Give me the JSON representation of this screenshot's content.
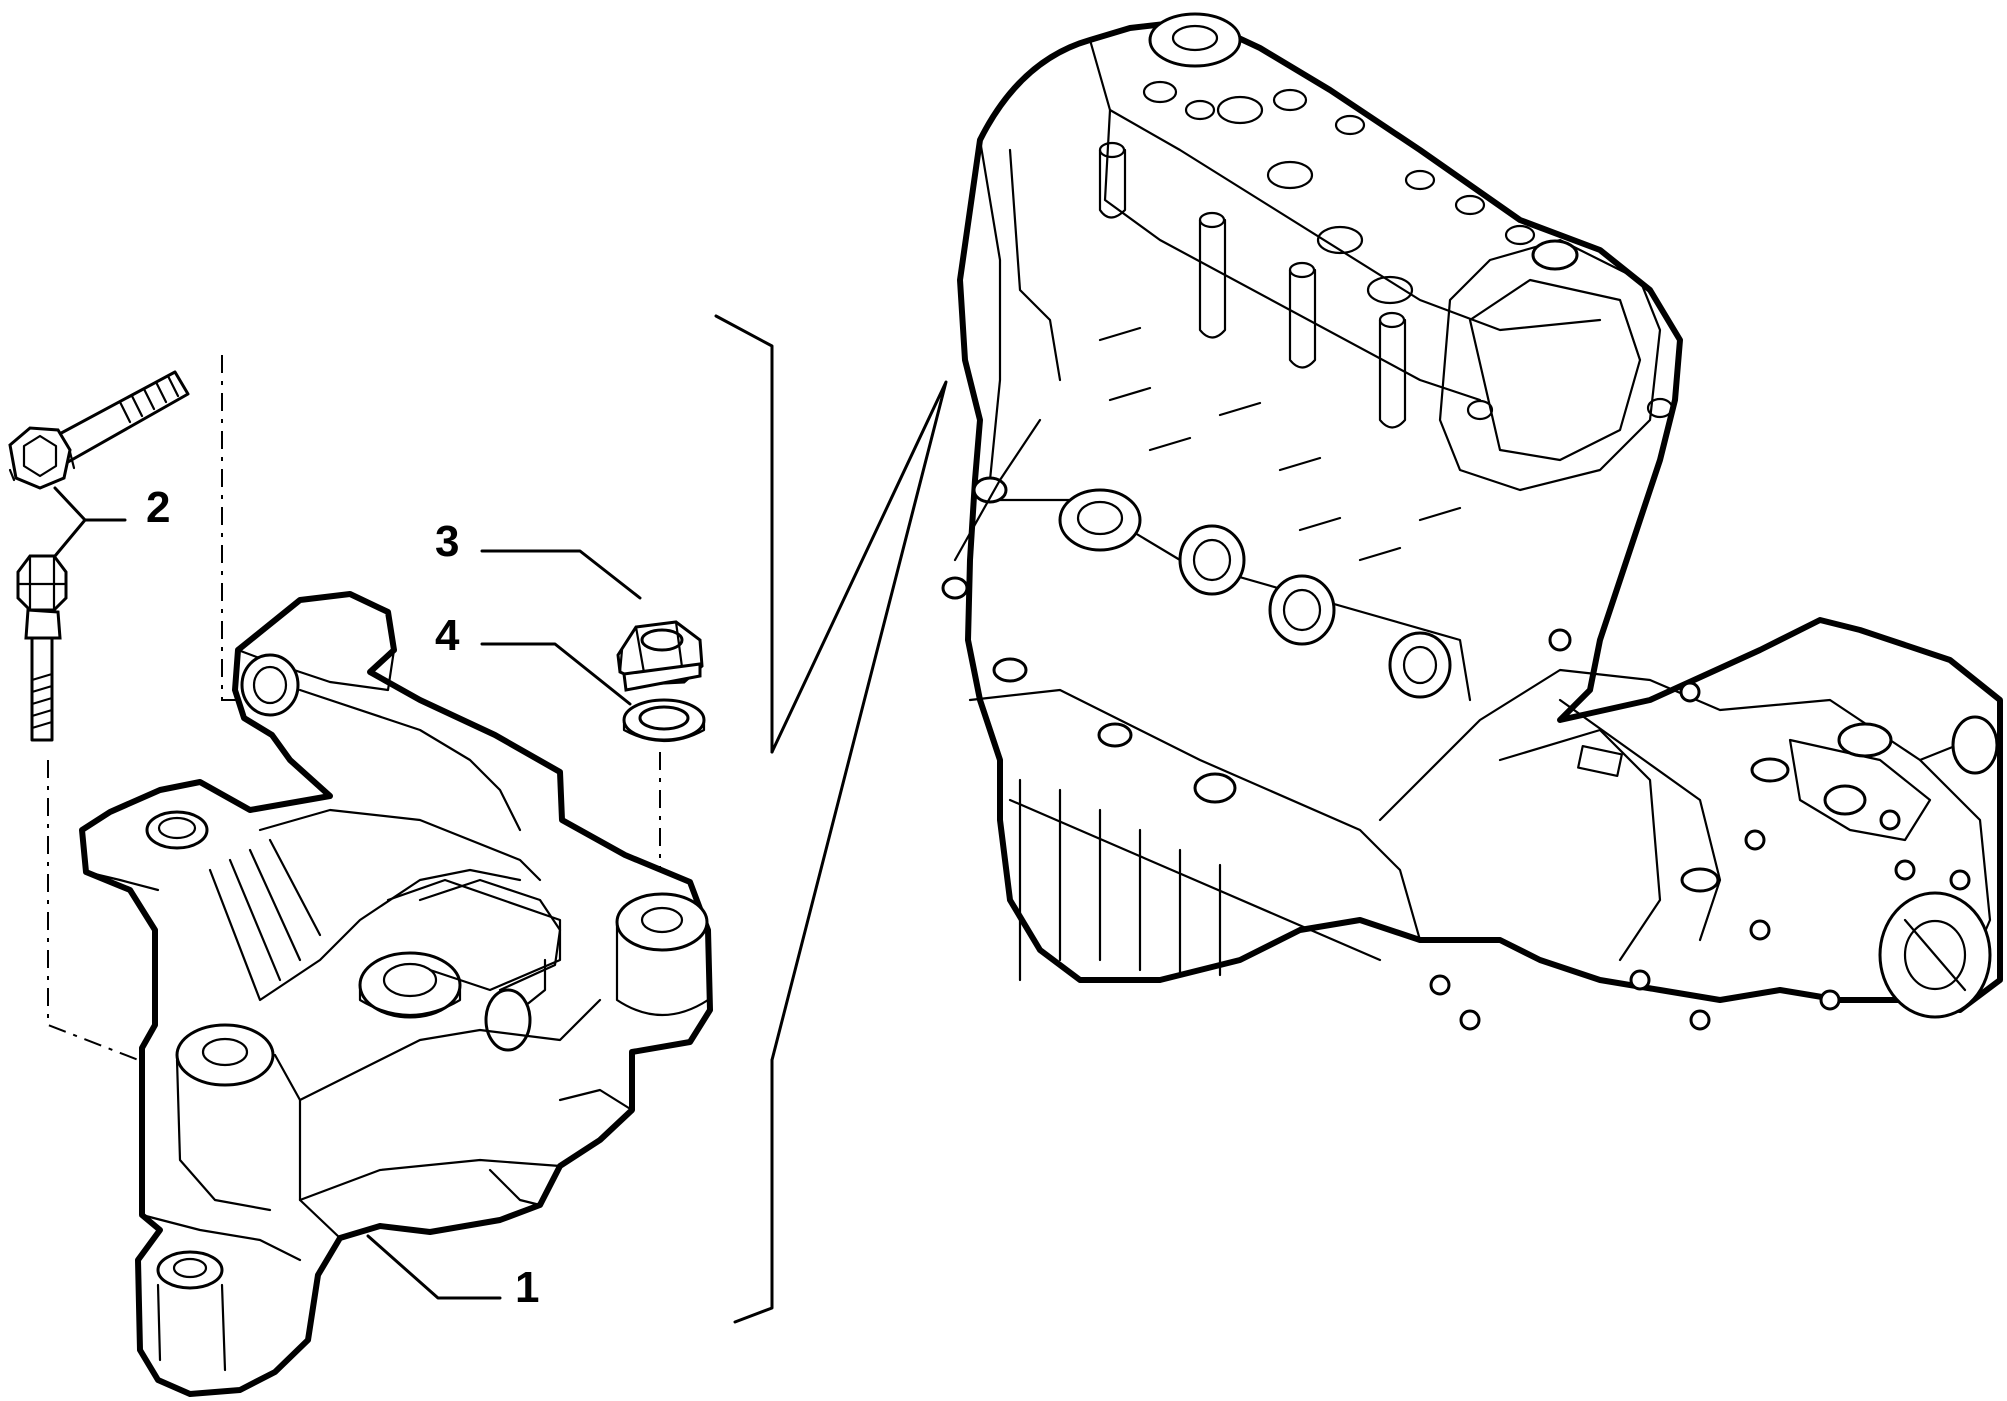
{
  "diagram": {
    "callouts": [
      {
        "id": "1",
        "label": "1"
      },
      {
        "id": "2",
        "label": "2"
      },
      {
        "id": "3",
        "label": "3"
      },
      {
        "id": "4",
        "label": "4"
      }
    ],
    "parts": [
      {
        "key": "mount-bracket",
        "icon": "engine-mount-bracket-icon"
      },
      {
        "key": "bolts",
        "icon": "bolt-icon"
      },
      {
        "key": "nut",
        "icon": "flange-nut-icon"
      },
      {
        "key": "washer",
        "icon": "washer-icon"
      },
      {
        "key": "engine",
        "icon": "engine-gearbox-assembly-icon"
      }
    ],
    "colors": {
      "ink": "#000000",
      "paper": "#ffffff"
    }
  }
}
